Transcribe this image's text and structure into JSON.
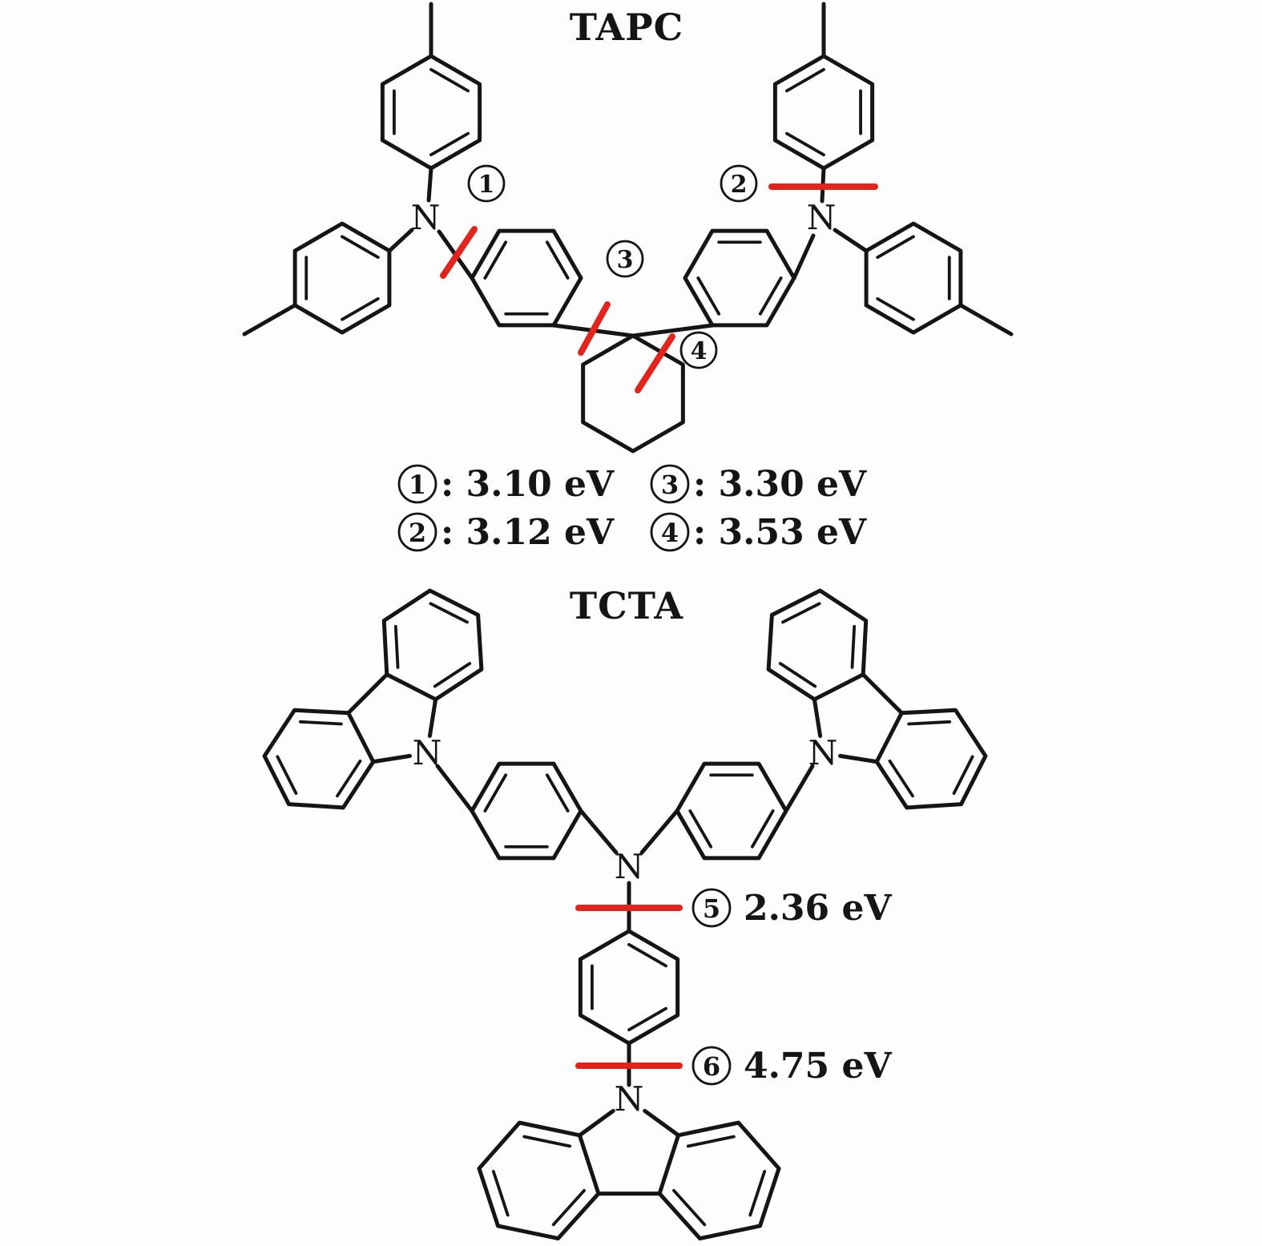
{
  "figure": {
    "background": "#fdfdfd"
  },
  "colors": {
    "bond": "#151515",
    "cleavage_marker": "#e2241c"
  },
  "labels": {
    "nitrogen": "N"
  },
  "tapc": {
    "title": "TAPC",
    "cleavage_sites": [
      {
        "num": "1",
        "energy_label": ": 3.10 eV"
      },
      {
        "num": "2",
        "energy_label": ": 3.12 eV"
      },
      {
        "num": "3",
        "energy_label": ": 3.30 eV"
      },
      {
        "num": "4",
        "energy_label": ": 3.53 eV"
      }
    ]
  },
  "tcta": {
    "title": "TCTA",
    "cleavage_sites": [
      {
        "num": "5",
        "energy_label": "2.36 eV"
      },
      {
        "num": "6",
        "energy_label": "4.75 eV"
      }
    ]
  }
}
